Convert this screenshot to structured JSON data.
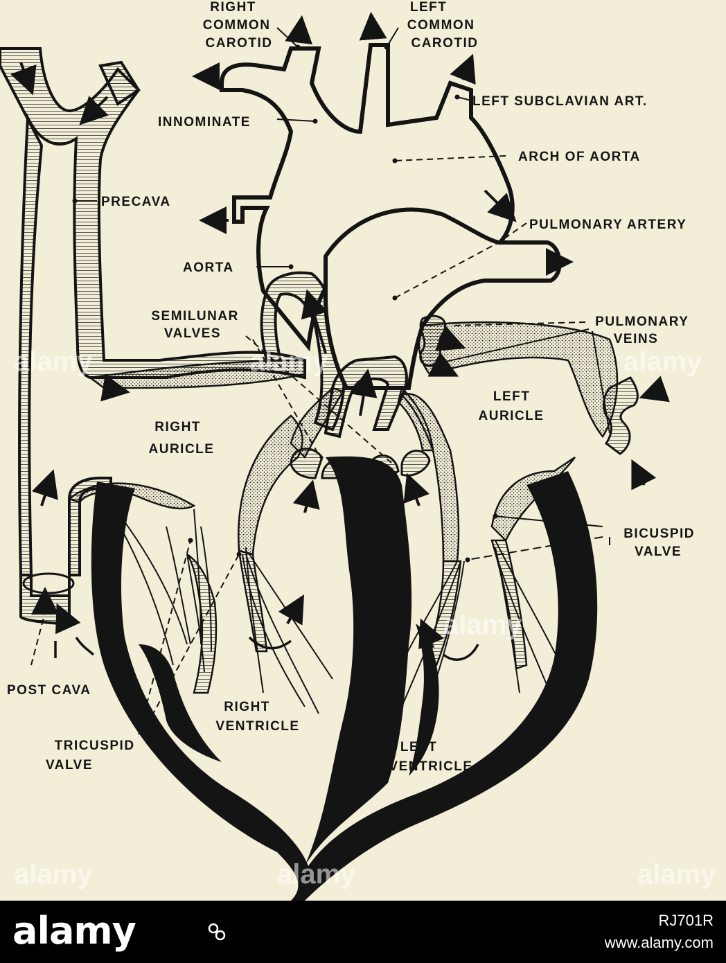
{
  "diagram": {
    "labels": {
      "right_common_carotid": [
        "RIGHT",
        "COMMON",
        "CAROTID"
      ],
      "left_common_carotid": [
        "LEFT",
        "COMMON",
        "CAROTID"
      ],
      "left_subclavian": "LEFT SUBCLAVIAN ART.",
      "innominate": "INNOMINATE",
      "arch_of_aorta": "ARCH OF AORTA",
      "precava": "PRECAVA",
      "pulmonary_artery": "PULMONARY ARTERY",
      "aorta": "AORTA",
      "semilunar_valves": [
        "SEMILUNAR",
        "VALVES"
      ],
      "pulmonary_veins": [
        "PULMONARY",
        "VEINS"
      ],
      "right_auricle": [
        "RIGHT",
        "AURICLE"
      ],
      "left_auricle": [
        "LEFT",
        "AURICLE"
      ],
      "bicuspid_valve": [
        "BICUSPID",
        "VALVE"
      ],
      "post_cava": "POST CAVA",
      "right_ventricle": [
        "RIGHT",
        "VENTRICLE"
      ],
      "tricuspid_valve": [
        "TRICUSPID",
        "VALVE"
      ],
      "left_ventricle": [
        "LEFT",
        "VENTRICLE"
      ]
    },
    "colors": {
      "paper": "#f3eed8",
      "ink": "#141414"
    }
  },
  "watermark": {
    "text": "alamy"
  },
  "footer": {
    "brand": "alamy",
    "image_id": "RJ701R",
    "url": "www.alamy.com",
    "background": "#000000",
    "text_color": "#ffffff"
  }
}
